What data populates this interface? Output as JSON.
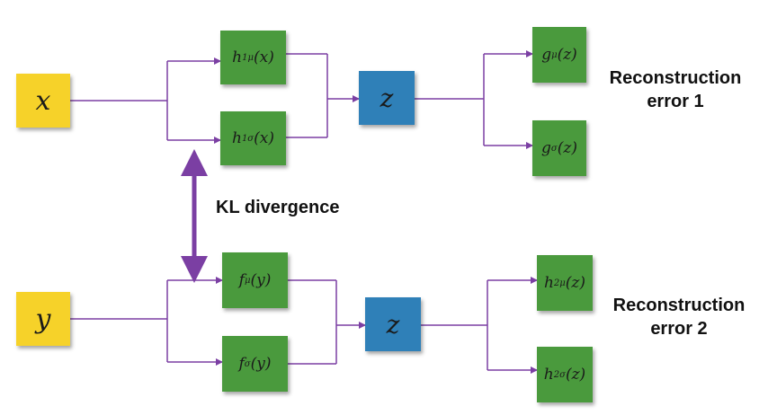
{
  "colors": {
    "input": "#f6d229",
    "latent": "#2f80b8",
    "function": "#4a9a3d",
    "connector": "#7b3fa3",
    "kl_arrow": "#7b3fa3"
  },
  "nodes": {
    "x": {
      "var": "x",
      "sub": ""
    },
    "y": {
      "var": "y",
      "sub": ""
    },
    "z_top": {
      "var": "z",
      "sub": ""
    },
    "z_bottom": {
      "var": "z",
      "sub": ""
    },
    "h1mu": {
      "var": "h",
      "sub": "1μ",
      "arg": "(x)"
    },
    "h1sigma": {
      "var": "h",
      "sub": "1σ",
      "arg": "(x)"
    },
    "gmu": {
      "var": "g",
      "sub": "μ",
      "arg": "(z)"
    },
    "gsigma": {
      "var": "g",
      "sub": "σ",
      "arg": "(z)"
    },
    "fmu": {
      "var": "f",
      "sub": "μ",
      "arg": "(y)"
    },
    "fsigma": {
      "var": "f",
      "sub": "σ",
      "arg": "(y)"
    },
    "h2mu": {
      "var": "h",
      "sub": "2μ",
      "arg": "(z)"
    },
    "h2sigma": {
      "var": "h",
      "sub": "2σ",
      "arg": "(z)"
    }
  },
  "labels": {
    "kl": "KL divergence",
    "recon1_line1": "Reconstruction",
    "recon1_line2": "error 1",
    "recon2_line1": "Reconstruction",
    "recon2_line2": "error 2"
  }
}
